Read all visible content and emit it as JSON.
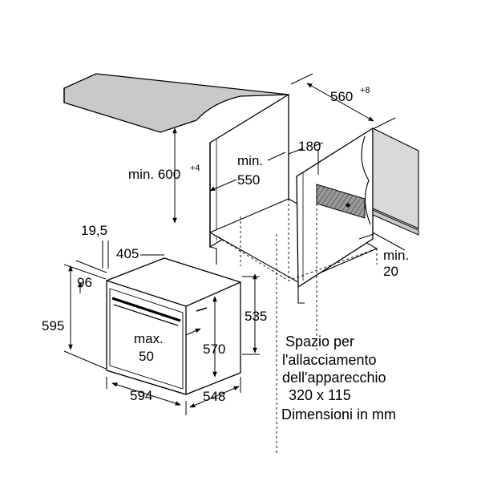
{
  "colors": {
    "line": "#000000",
    "countertop": "#c9c9c9",
    "cabinet": "#d9d9d9",
    "slot": "#8a8a8a",
    "background": "#ffffff"
  },
  "dimensions": {
    "width_opening": {
      "value": "560",
      "sup": "+8"
    },
    "height_opening": {
      "value": "min. 600",
      "sup": "+4"
    },
    "depth_min": {
      "line1": "min.",
      "line2": "550"
    },
    "vent_depth": "180",
    "rear_gap": {
      "line1": "min.",
      "line2": "20"
    },
    "front_panel": "19,5",
    "top_depth": "405",
    "top_offset": "96",
    "oven_height": "595",
    "oven_width": "594",
    "oven_depth": "548",
    "body_height": "535",
    "inner_height": "570",
    "max_gap": {
      "line1": "max.",
      "line2": "50"
    }
  },
  "notes": {
    "connection": [
      "Spazio per",
      "l'allacciamento",
      "dell'apparecchio",
      "320 x 115"
    ],
    "units": "Dimensioni in mm"
  }
}
